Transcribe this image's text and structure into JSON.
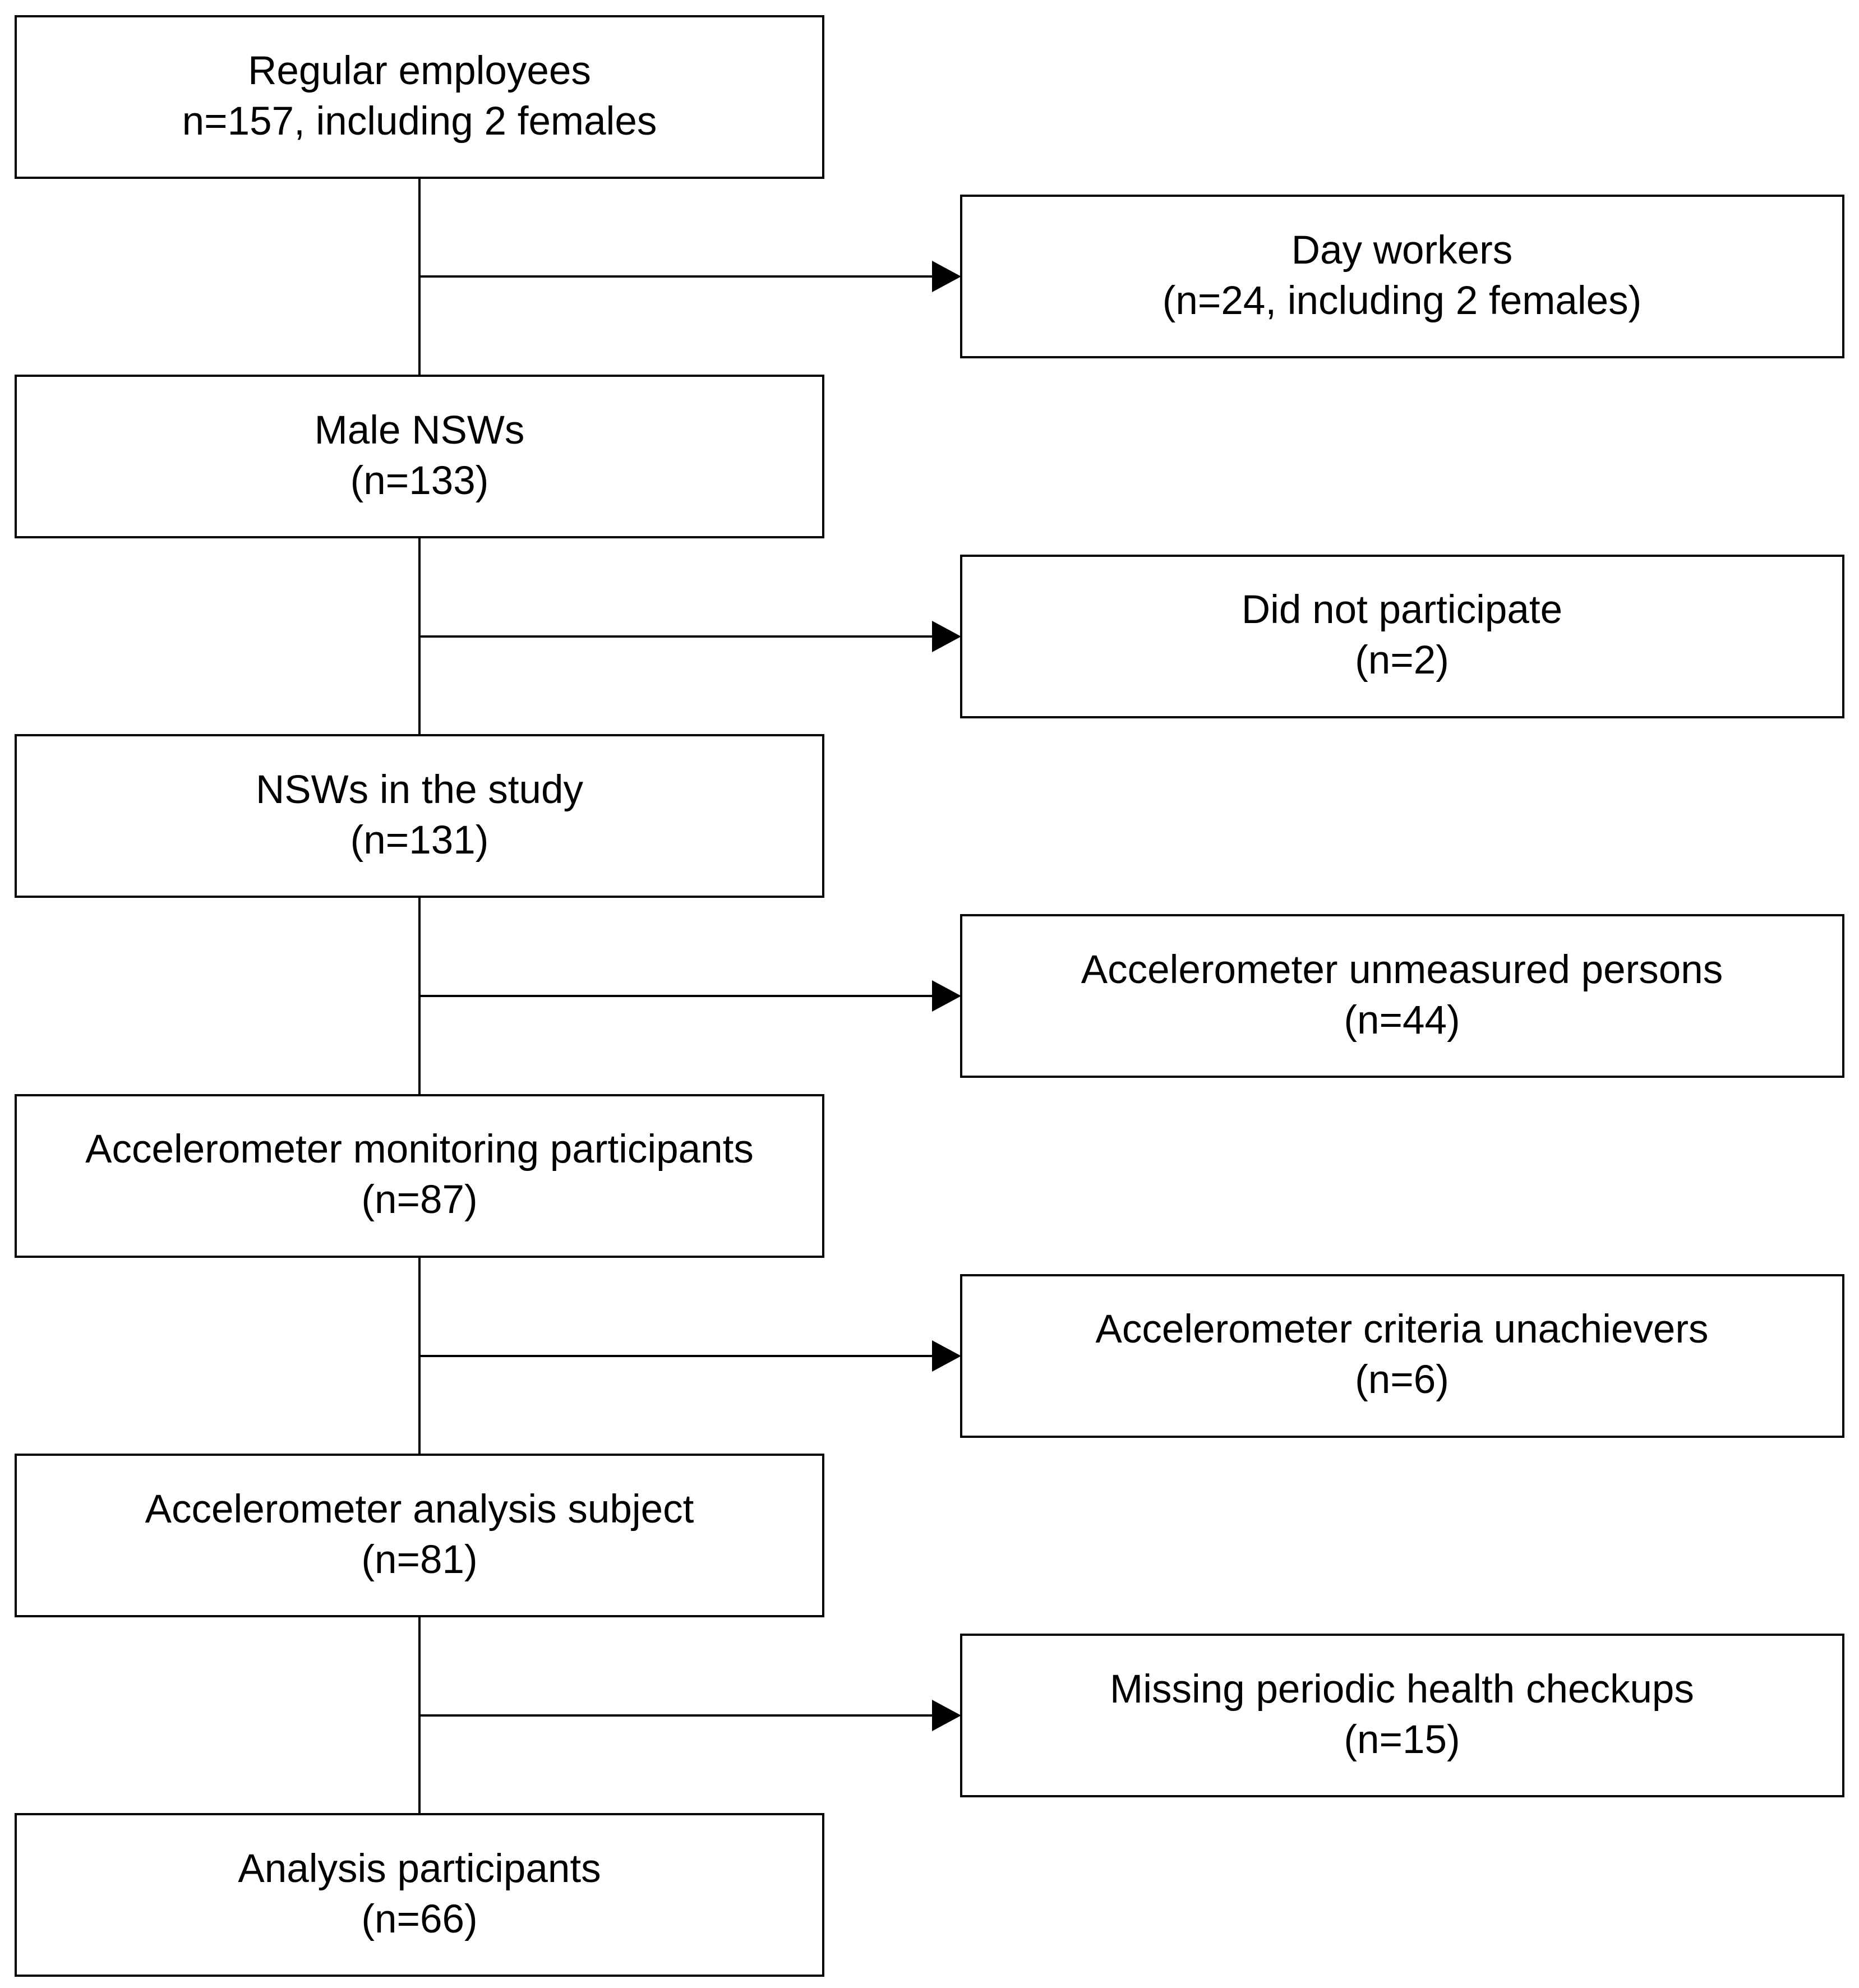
{
  "main_boxes": [
    {
      "line1": "Regular employees",
      "line2": "n=157, including 2 females"
    },
    {
      "line1": "Male NSWs",
      "line2": "(n=133)"
    },
    {
      "line1": "NSWs in the study",
      "line2": "(n=131)"
    },
    {
      "line1": "Accelerometer monitoring participants",
      "line2": "(n=87)"
    },
    {
      "line1": "Accelerometer analysis subject",
      "line2": "(n=81)"
    },
    {
      "line1": "Analysis participants",
      "line2": "(n=66)"
    }
  ],
  "exclusion_boxes": [
    {
      "line1": "Day workers",
      "line2": "(n=24, including 2 females)"
    },
    {
      "line1": "Did not participate",
      "line2": "(n=2)"
    },
    {
      "line1": "Accelerometer unmeasured persons",
      "line2": "(n=44)"
    },
    {
      "line1": "Accelerometer criteria unachievers",
      "line2": "(n=6)"
    },
    {
      "line1": "Missing periodic health checkups",
      "line2": "(n=15)"
    }
  ]
}
